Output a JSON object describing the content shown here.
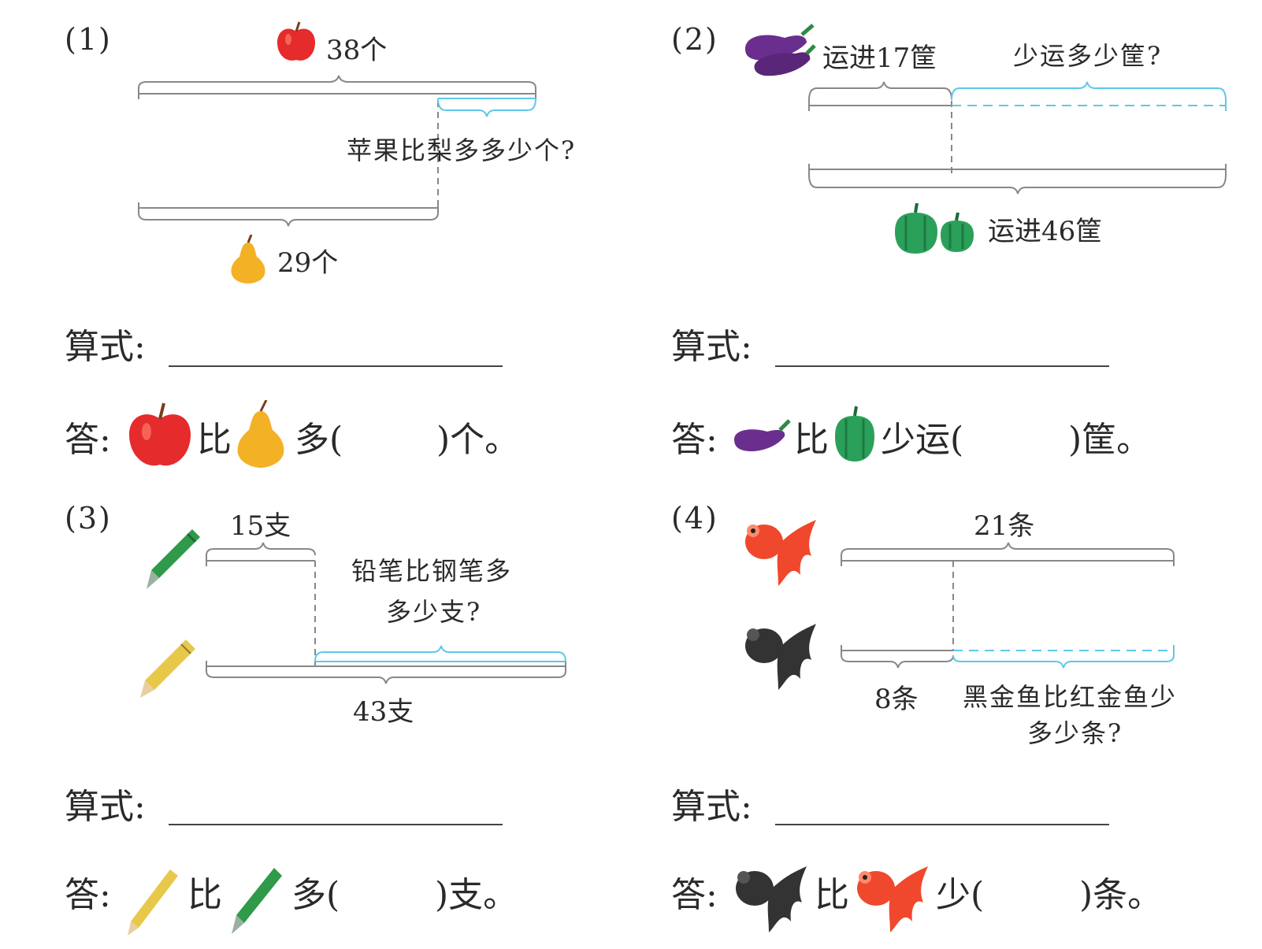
{
  "problems": [
    {
      "number": "(1)",
      "top_label": "38个",
      "question": "苹果比梨多多少个?",
      "bottom_label": "29个",
      "formula_label": "算式:",
      "answer": {
        "prefix": "答:",
        "word1": "比",
        "word2": "多(",
        "word3": ")个。"
      }
    },
    {
      "number": "(2)",
      "top_label_left": "运进17筐",
      "top_label_right": "少运多少筐?",
      "bottom_label": "运进46筐",
      "formula_label": "算式:",
      "answer": {
        "prefix": "答:",
        "word1": "比",
        "word2": "少运(",
        "word3": ")筐。"
      }
    },
    {
      "number": "(3)",
      "top_label": "15支",
      "question_line1": "铅笔比钢笔多",
      "question_line2": "多少支?",
      "bottom_label": "43支",
      "formula_label": "算式:",
      "answer": {
        "prefix": "答:",
        "word1": "比",
        "word2": "多(",
        "word3": ")支。"
      }
    },
    {
      "number": "(4)",
      "top_label": "21条",
      "bottom_label_left": "8条",
      "question_line1": "黑金鱼比红金鱼少",
      "question_line2": "多少条?",
      "formula_label": "算式:",
      "answer": {
        "prefix": "答:",
        "word1": "比",
        "word2": "少(",
        "word3": ")条。"
      }
    }
  ],
  "colors": {
    "line": "#888888",
    "highlight": "#5ec8e8",
    "apple": "#e52b2b",
    "pear": "#f3b125",
    "eggplant": "#6a2f8e",
    "pepper": "#2aa05a",
    "pen_green": "#2f9a4a",
    "pencil_yellow": "#e8c84a",
    "goldfish_red": "#f0482d",
    "goldfish_black": "#333333"
  },
  "icons": [
    "apple-icon",
    "pear-icon",
    "eggplant-icon",
    "green-pepper-icon",
    "fountain-pen-icon",
    "pencil-icon",
    "red-goldfish-icon",
    "black-goldfish-icon"
  ]
}
